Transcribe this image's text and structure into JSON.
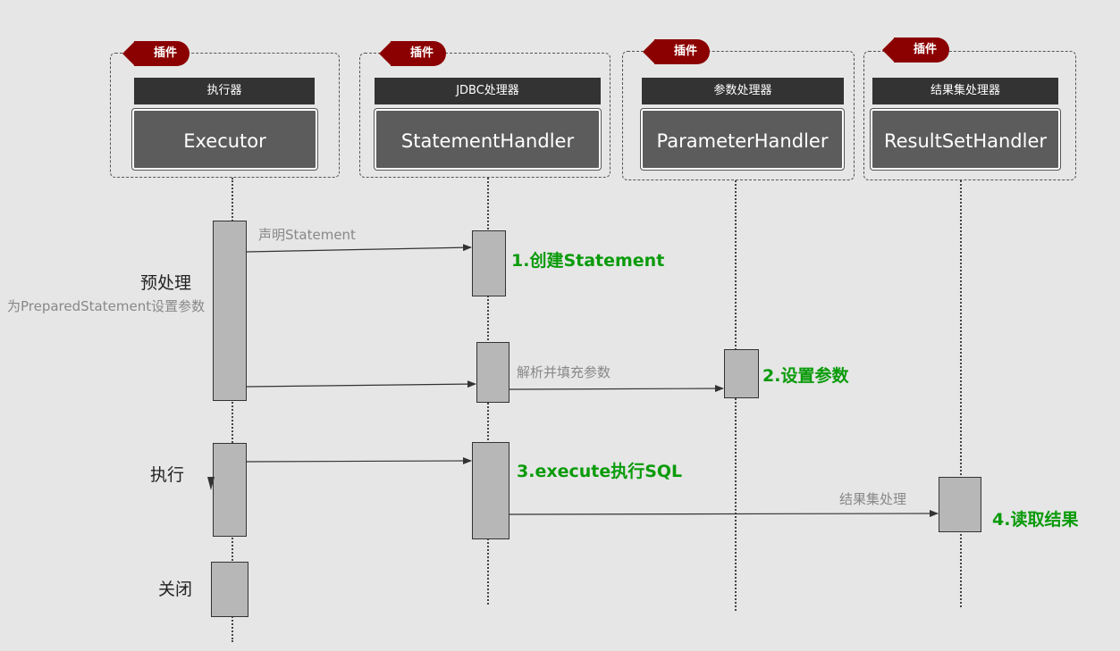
{
  "groups": [
    {
      "tag": "插件",
      "header": "执行器",
      "name": "Executor"
    },
    {
      "tag": "插件",
      "header": "JDBC处理器",
      "name": "StatementHandler"
    },
    {
      "tag": "插件",
      "header": "参数处理器",
      "name": "ParameterHandler"
    },
    {
      "tag": "插件",
      "header": "结果集处理器",
      "name": "ResultSetHandler"
    }
  ],
  "phases": {
    "prepare": "预处理",
    "prepare_note": "为PreparedStatement设置参数",
    "execute": "执行",
    "close": "关闭"
  },
  "messages": {
    "declare_statement": "声明Statement",
    "parse_fill_params": "解析并填充参数",
    "result_handling": "结果集处理"
  },
  "steps": {
    "step1": "1.创建Statement",
    "step2": "2.设置参数",
    "step3": "3.execute执行SQL",
    "step4": "4.读取结果"
  },
  "colors": {
    "background": "#e6e6e6",
    "tag": "#8b0000",
    "header": "#333333",
    "component": "#5c5c5c",
    "activation": "#b7b7b7",
    "step_text": "#0a9b0a"
  }
}
